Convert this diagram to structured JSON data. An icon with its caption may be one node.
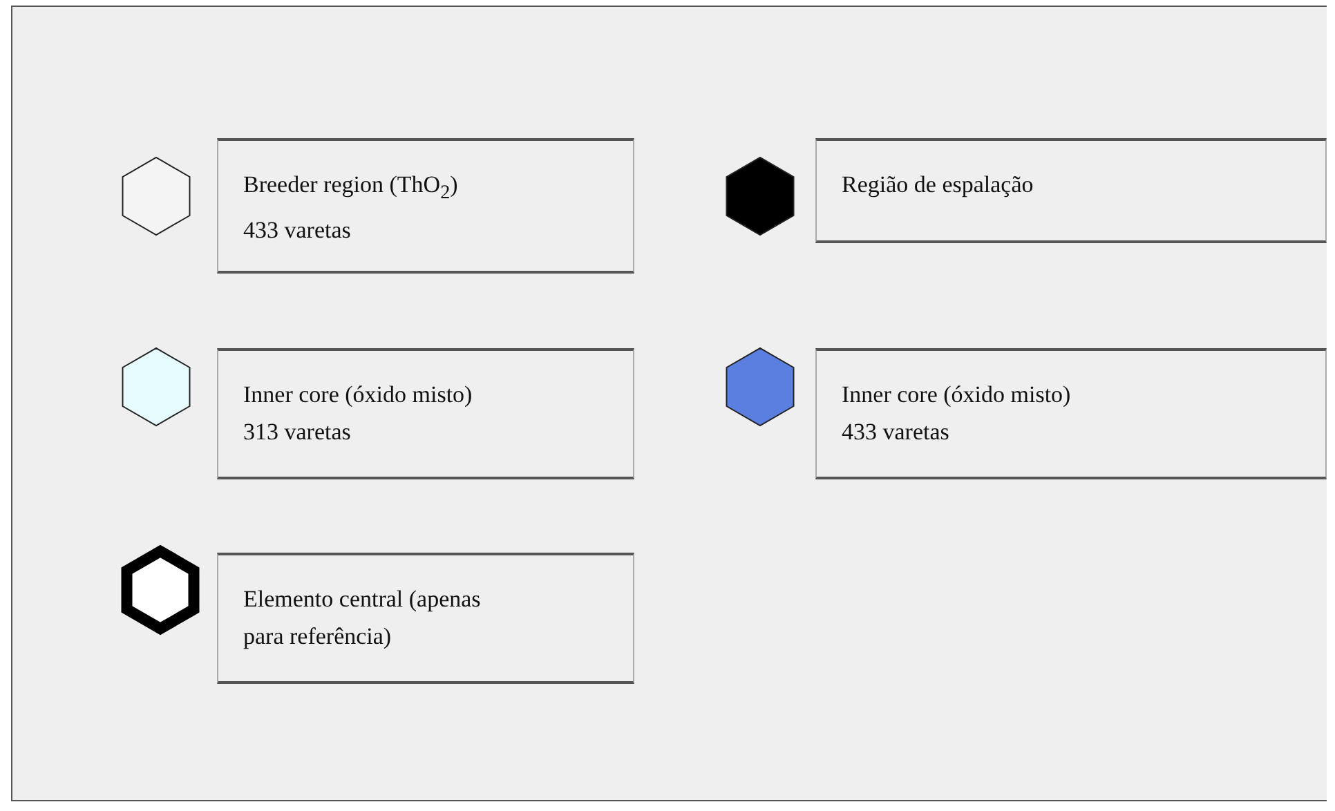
{
  "diagram": {
    "legend": [
      {
        "text": "Breeder region (ThO$_{2}$) 433 varetas",
        "color": "#f4f4f4"
      },
      {
        "text": "Região de espalação",
        "color": "#000000"
      },
      {
        "text": "Inner core (óxido misto) 313 varetas",
        "color": "#e6fbfd"
      },
      {
        "text": "Inner core (óxido misto) 433 varetas",
        "color": "#5b7fe0"
      },
      {
        "text": "Elemento central (apenas para referência)"
      }
    ]
  }
}
